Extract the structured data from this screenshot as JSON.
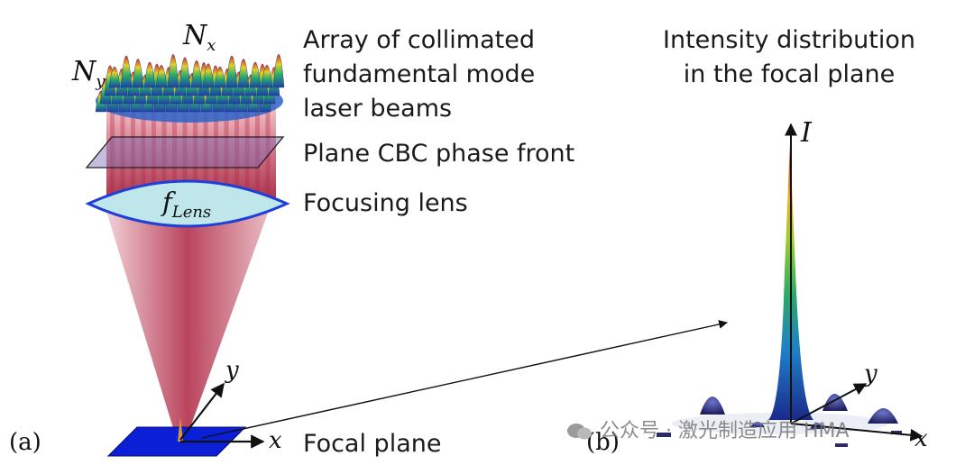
{
  "panel_a": {
    "tag": "(a)",
    "nx_symbol": "N",
    "nx_sub": "x",
    "ny_symbol": "N",
    "ny_sub": "y",
    "lens_symbol": "f",
    "lens_sub": "Lens",
    "label_array": "Array of collimated\nfundamental mode\nlaser beams",
    "label_phase": "Plane CBC phase front",
    "label_lens": "Focusing lens",
    "label_focal": "Focal plane",
    "axis_x": "x",
    "axis_y": "y"
  },
  "panel_b": {
    "tag": "(b)",
    "title": "Intensity distribution\nin the focal plane",
    "axis_i": "I",
    "axis_x": "x",
    "axis_y": "y"
  },
  "watermark": {
    "text": "公众号 · 激光制造应用 HMA"
  },
  "colors": {
    "beam": "#a8203a",
    "focal_plane": "#0a1fd6",
    "lens_fill": "#bfe6ea",
    "lens_edge": "#1f3fd8",
    "phase_plane": "#7a6fb3",
    "side_lobe": "#23246b"
  }
}
